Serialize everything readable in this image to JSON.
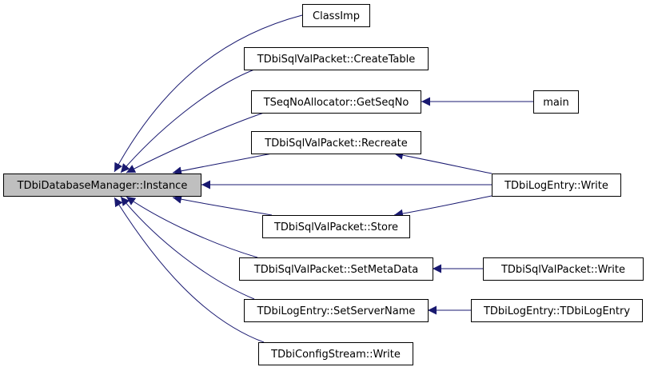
{
  "diagram": {
    "colors": {
      "edge": "#191970",
      "current_node_fill": "#bfbfbf",
      "node_fill": "#ffffff",
      "node_stroke": "#000000"
    },
    "nodes": [
      {
        "id": "instance",
        "label": "TDbiDatabaseManager::Instance",
        "current": true
      },
      {
        "id": "classimp",
        "label": "ClassImp"
      },
      {
        "id": "createtable",
        "label": "TDbiSqlValPacket::CreateTable"
      },
      {
        "id": "getseqno",
        "label": "TSeqNoAllocator::GetSeqNo"
      },
      {
        "id": "recreate",
        "label": "TDbiSqlValPacket::Recreate"
      },
      {
        "id": "store",
        "label": "TDbiSqlValPacket::Store"
      },
      {
        "id": "setmetadata",
        "label": "TDbiSqlValPacket::SetMetaData"
      },
      {
        "id": "setservername",
        "label": "TDbiLogEntry::SetServerName"
      },
      {
        "id": "configwrite",
        "label": "TDbiConfigStream::Write"
      },
      {
        "id": "main",
        "label": "main"
      },
      {
        "id": "logwrite",
        "label": "TDbiLogEntry::Write"
      },
      {
        "id": "valwrite",
        "label": "TDbiSqlValPacket::Write"
      },
      {
        "id": "logctor",
        "label": "TDbiLogEntry::TDbiLogEntry"
      }
    ],
    "edges": [
      {
        "from": "classimp",
        "to": "instance"
      },
      {
        "from": "createtable",
        "to": "instance"
      },
      {
        "from": "getseqno",
        "to": "instance"
      },
      {
        "from": "recreate",
        "to": "instance"
      },
      {
        "from": "logwrite",
        "to": "instance"
      },
      {
        "from": "store",
        "to": "instance"
      },
      {
        "from": "setmetadata",
        "to": "instance"
      },
      {
        "from": "setservername",
        "to": "instance"
      },
      {
        "from": "configwrite",
        "to": "instance"
      },
      {
        "from": "main",
        "to": "getseqno"
      },
      {
        "from": "logwrite",
        "to": "recreate"
      },
      {
        "from": "logwrite",
        "to": "store"
      },
      {
        "from": "valwrite",
        "to": "setmetadata"
      },
      {
        "from": "logctor",
        "to": "setservername"
      }
    ]
  }
}
